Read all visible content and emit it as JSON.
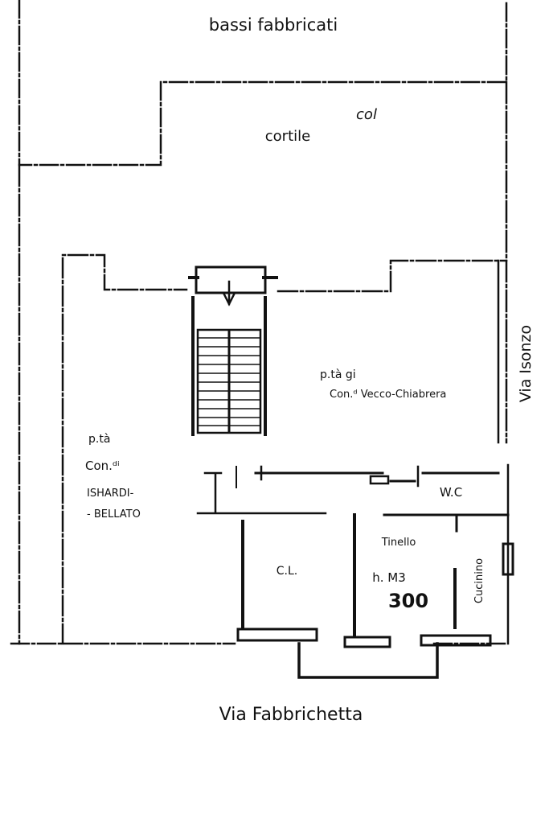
{
  "labels": {
    "outbuildings": "bassi fabbricati",
    "courtyard": "cortile",
    "scribble": "col",
    "right_owner_line1": "p.tà gi",
    "right_owner_line2": "Con.ᵈ Vecco-Chiabrera",
    "left_owner_line1": "p.tà",
    "left_owner_line2": "Con.ᵈⁱ",
    "left_owner_line3": "ISHARDI-",
    "left_owner_line4": "- BELLATO",
    "wc": "W.C",
    "tinello": "Tinello",
    "cucinino": "Cucinino",
    "camera_letto": "C.L.",
    "height": "h. M3",
    "height_value": "300",
    "street_right": "Via Isonzo",
    "street_bottom": "Via Fabbrichetta"
  }
}
